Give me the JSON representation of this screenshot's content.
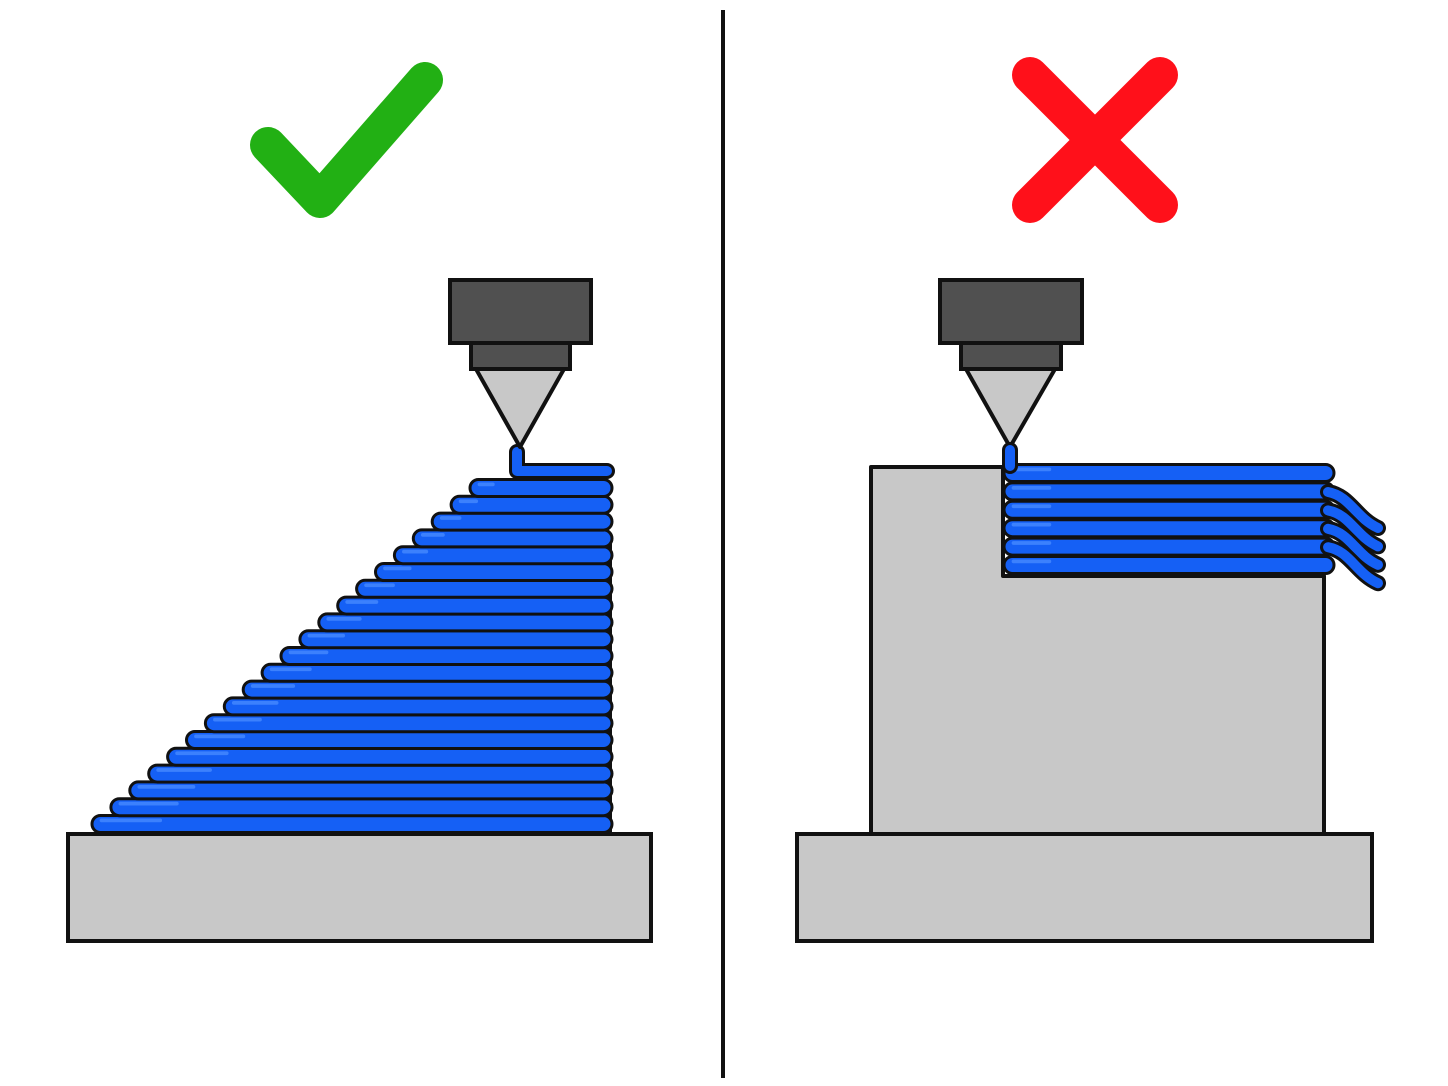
{
  "panels": [
    {
      "verdict": "correct",
      "marker_icon": "check-mark-icon",
      "marker_color": "#22b014",
      "scene": "angled-overhang-supported",
      "layers_shown": 21
    },
    {
      "verdict": "incorrect",
      "marker_icon": "cross-mark-icon",
      "marker_color": "#ff101a",
      "scene": "horizontal-overhang-unsupported",
      "layers_shown": 6,
      "drooping_layers_shown": 4
    }
  ],
  "colors": {
    "filament": "#1560f5",
    "filament_highlight": "#4a8cff",
    "part": "#c8c8c8",
    "bed": "#c8c8c8",
    "nozzle_block": "#505050",
    "nozzle_tip": "#c8c8c8",
    "outline": "#111111",
    "divider": "#111111"
  }
}
